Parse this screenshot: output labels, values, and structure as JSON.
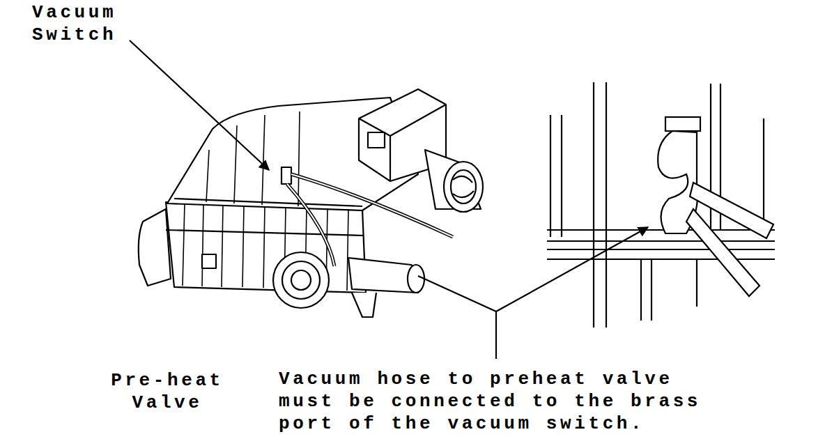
{
  "diagram": {
    "labels": [
      "Vacuum Switch",
      "Pre-heat Valve",
      "Vacuum hose to preheat valve must be connected to the brass port of the vacuum switch."
    ]
  }
}
